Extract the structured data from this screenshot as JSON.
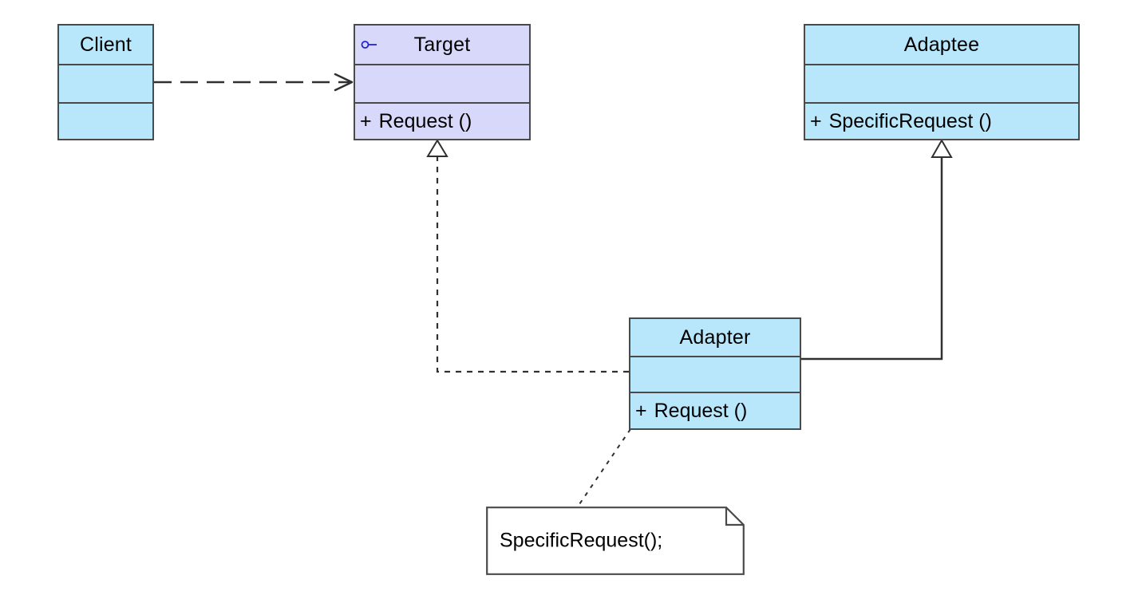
{
  "diagram": {
    "kind": "uml-class-diagram",
    "pattern": "Adapter",
    "background": "#ffffff",
    "colors": {
      "class_fill": "#b8e6fb",
      "interface_fill": "#d8d8fa",
      "border": "#4a4a4a",
      "note_fill": "#ffffff",
      "note_border": "#4a4a4a",
      "interface_badge": "#2222dd",
      "text": "#000000"
    }
  },
  "classes": {
    "client": {
      "name": "Client",
      "stereotype_icon": "",
      "attributes": [],
      "operations": []
    },
    "target": {
      "name": "Target",
      "stereotype_icon": "interface-lollipop-icon",
      "attributes": [],
      "operations": [
        {
          "visibility": "+",
          "signature": "Request ()"
        }
      ]
    },
    "adaptee": {
      "name": "Adaptee",
      "stereotype_icon": "",
      "attributes": [],
      "operations": [
        {
          "visibility": "+",
          "signature": "SpecificRequest ()"
        }
      ]
    },
    "adapter": {
      "name": "Adapter",
      "stereotype_icon": "",
      "attributes": [],
      "operations": [
        {
          "visibility": "+",
          "signature": "Request ()"
        }
      ]
    }
  },
  "note": {
    "text": "SpecificRequest();",
    "attached_to": "adapter"
  },
  "relationships": [
    {
      "id": "client-uses-target",
      "type": "dependency",
      "line": "dashed",
      "arrowhead": "open",
      "from": "client",
      "to": "target"
    },
    {
      "id": "adapter-realizes-target",
      "type": "realization",
      "line": "dashed",
      "arrowhead": "hollow-triangle",
      "from": "adapter",
      "to": "target"
    },
    {
      "id": "adapter-inherits-adaptee",
      "type": "generalization",
      "line": "solid",
      "arrowhead": "hollow-triangle",
      "from": "adapter",
      "to": "adaptee"
    },
    {
      "id": "note-anchor-adapter",
      "type": "note-anchor",
      "line": "dotted",
      "arrowhead": "none",
      "from": "note",
      "to": "adapter"
    }
  ]
}
